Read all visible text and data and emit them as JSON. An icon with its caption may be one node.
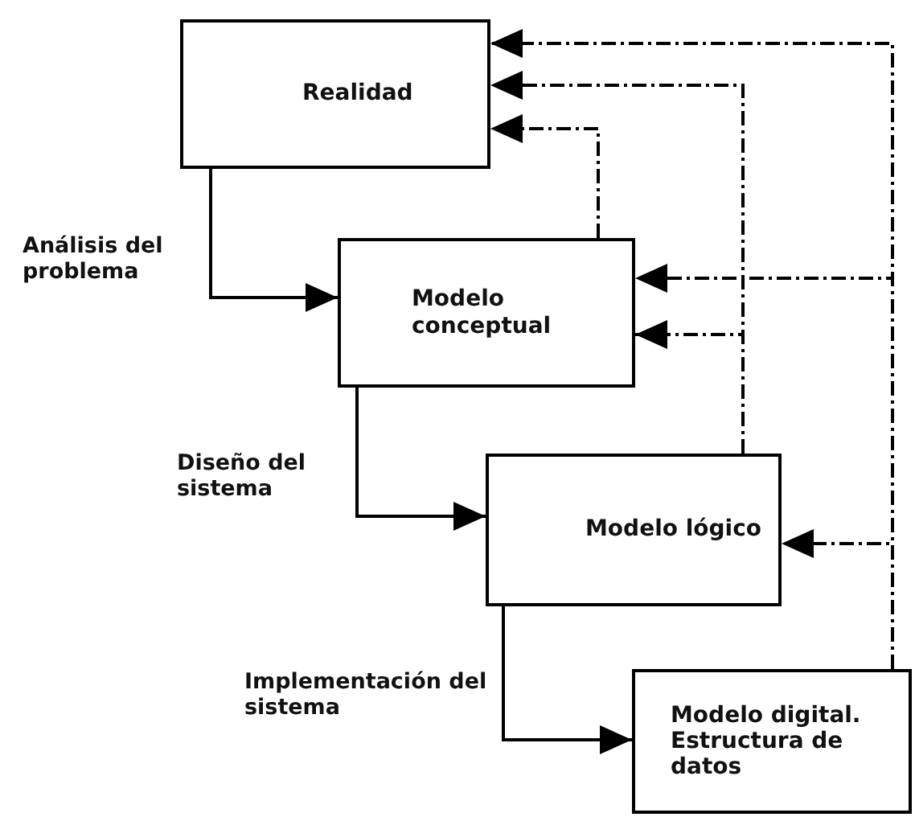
{
  "diagram": {
    "nodes": [
      {
        "text": [
          "Realidad"
        ]
      },
      {
        "text": [
          "Modelo conceptual"
        ]
      },
      {
        "text": [
          "Modelo lógico"
        ]
      },
      {
        "text": [
          "Modelo digital. Estructura de datos"
        ]
      }
    ],
    "edges": [
      {
        "from": 0,
        "to": 1,
        "arrow": "to",
        "label": "Análisis del problema"
      },
      {
        "from": 1,
        "to": 2,
        "arrow": "to",
        "label": "Diseño del sistema"
      },
      {
        "from": 2,
        "to": 3,
        "arrow": "to",
        "label": "Implementación del sistema"
      },
      {
        "from": 1,
        "to": 0,
        "arrow": "to",
        "style": "dashed"
      },
      {
        "from": 2,
        "to": 0,
        "arrow": "to",
        "style": "dashed"
      },
      {
        "from": 2,
        "to": 1,
        "arrow": "to",
        "style": "dashed"
      },
      {
        "from": 3,
        "to": 0,
        "arrow": "to",
        "style": "dashed"
      },
      {
        "from": 3,
        "to": 1,
        "arrow": "to",
        "style": "dashed"
      },
      {
        "from": 3,
        "to": 2,
        "arrow": "to",
        "style": "dashed"
      }
    ]
  }
}
